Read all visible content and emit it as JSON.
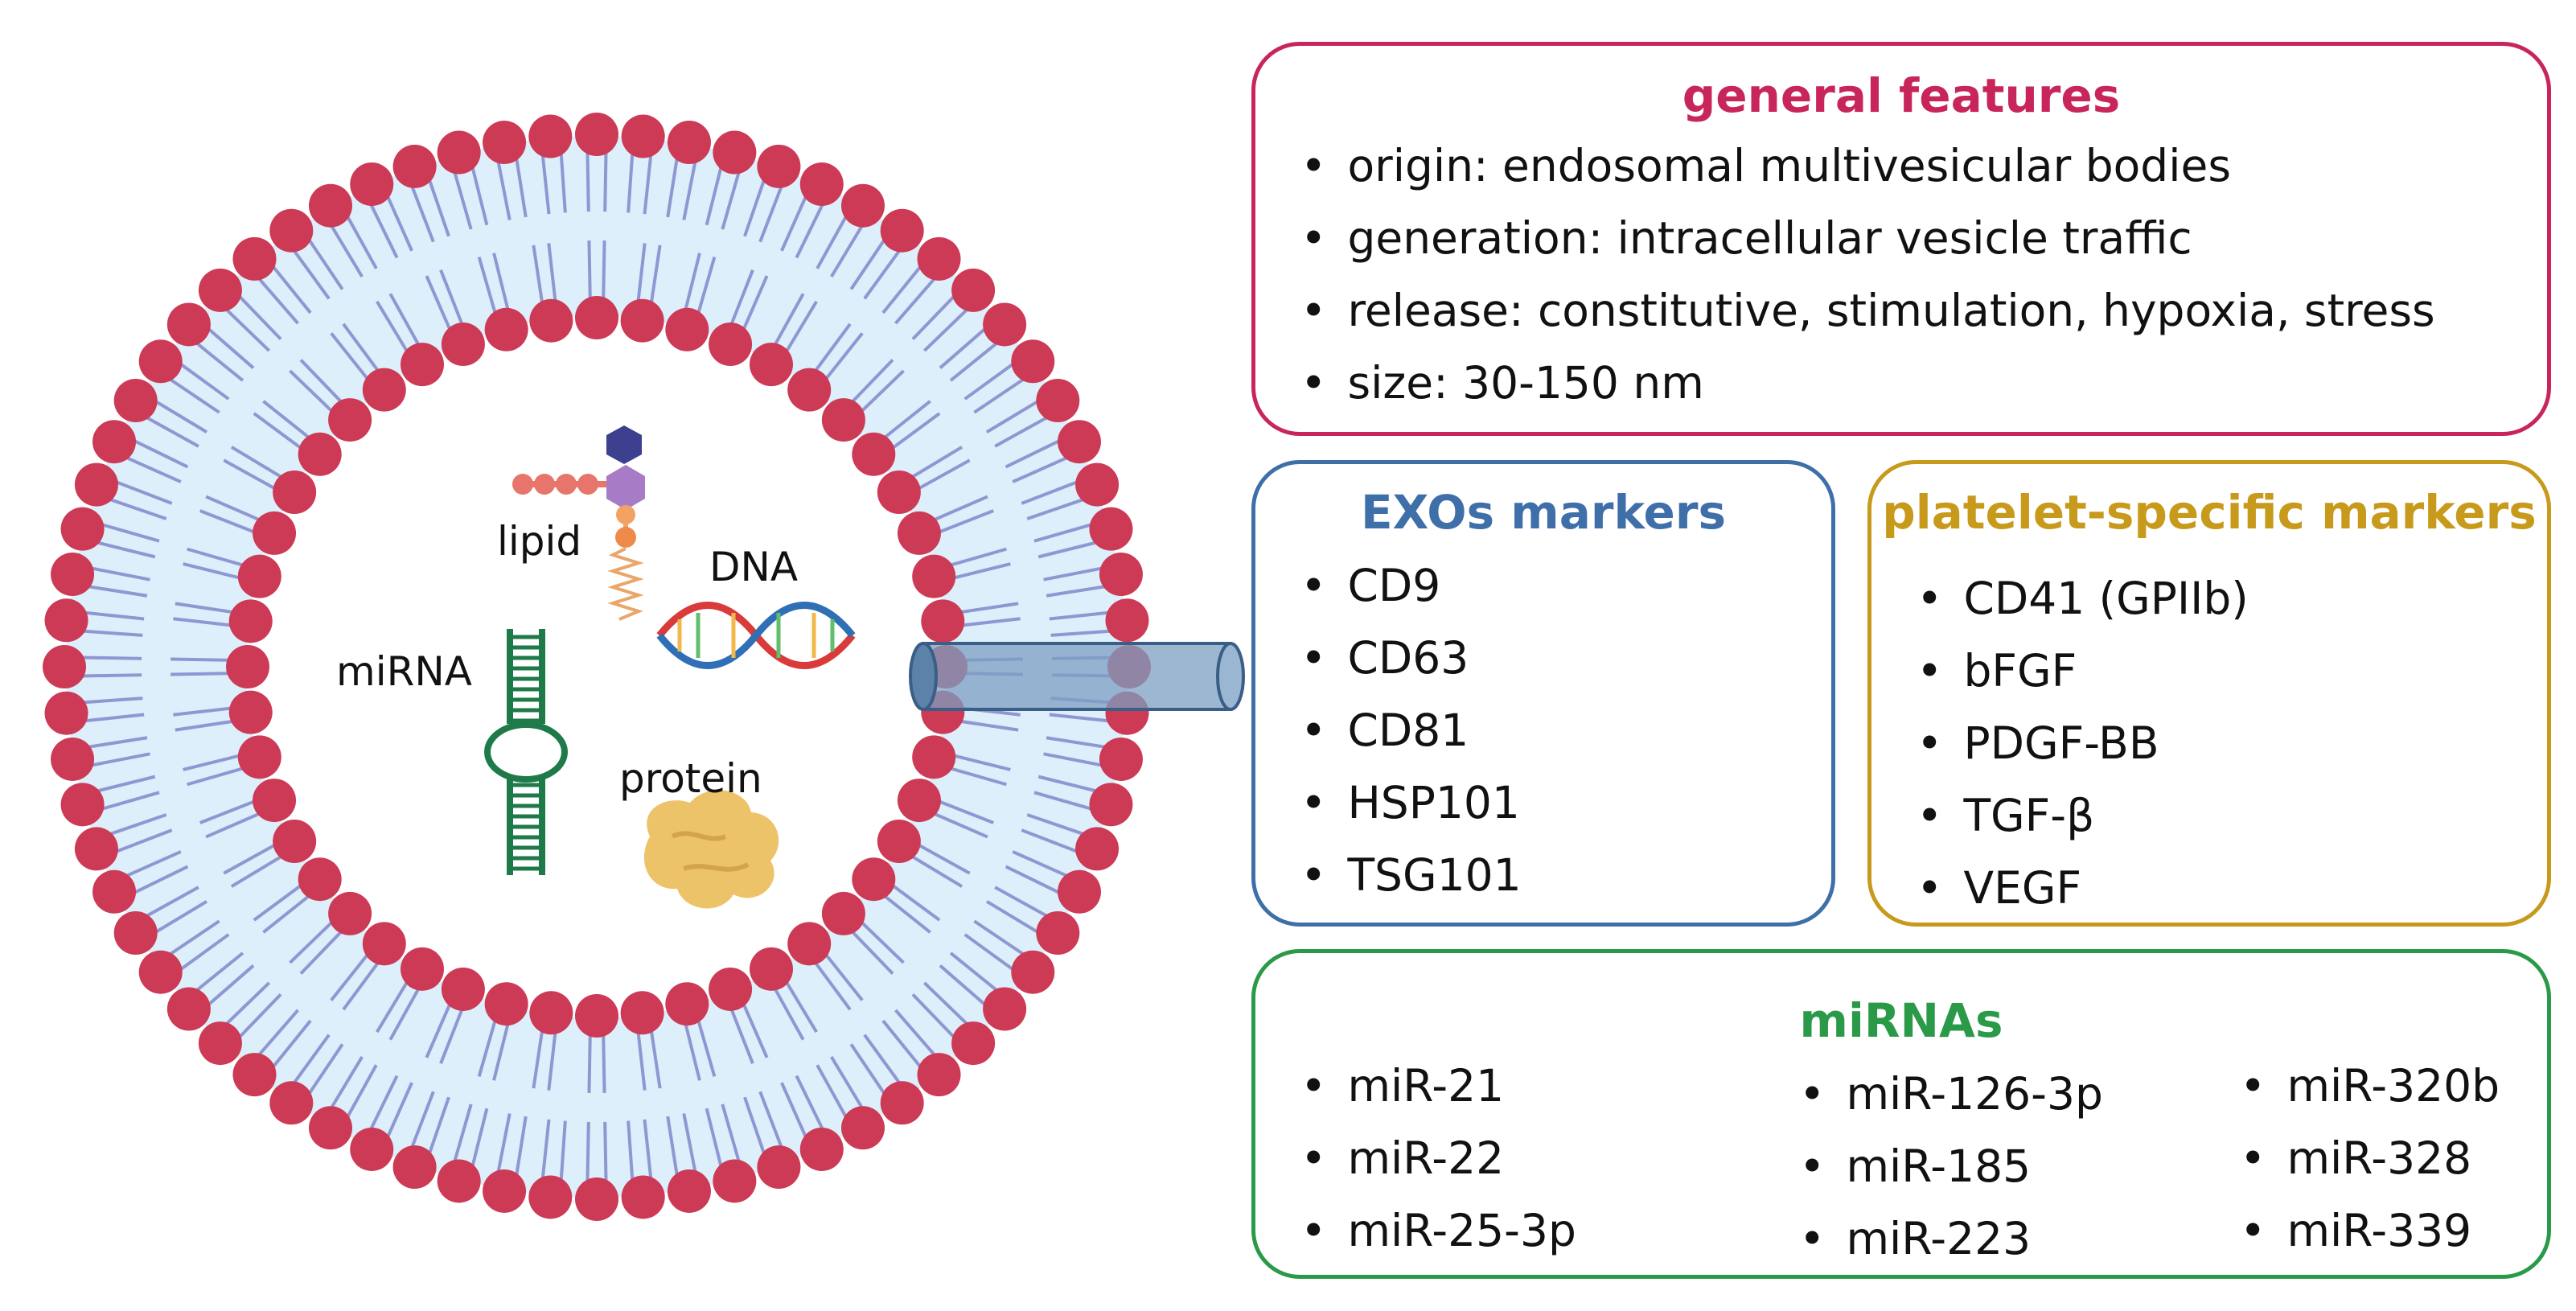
{
  "vesicle": {
    "labels": {
      "lipid": "lipid",
      "dna": "DNA",
      "mirna": "miRNA",
      "protein": "protein"
    },
    "colors": {
      "head": "#cc3a55",
      "tail": "#8f97d3",
      "membrane_fill": "#dceffa",
      "tube": "#7d9fc2"
    }
  },
  "general_features": {
    "title": "general features",
    "items": [
      "origin: endosomal multivesicular bodies",
      "generation: intracellular vesicle traffic",
      "release: constitutive, stimulation, hypoxia, stress",
      "size: 30-150 nm"
    ]
  },
  "exos_markers": {
    "title": "EXOs markers",
    "items": [
      "CD9",
      "CD63",
      "CD81",
      "HSP101",
      "TSG101"
    ]
  },
  "platelet_markers": {
    "title": "platelet-specific markers",
    "items": [
      "CD41 (GPIIb)",
      "bFGF",
      "PDGF-BB",
      "TGF-β",
      "VEGF"
    ]
  },
  "mirnas": {
    "title": "miRNAs",
    "columns": [
      [
        "miR-21",
        "miR-22",
        "miR-25-3p"
      ],
      [
        "miR-126-3p",
        "miR-185",
        "miR-223"
      ],
      [
        "miR-320b",
        "miR-328",
        "miR-339"
      ]
    ]
  }
}
